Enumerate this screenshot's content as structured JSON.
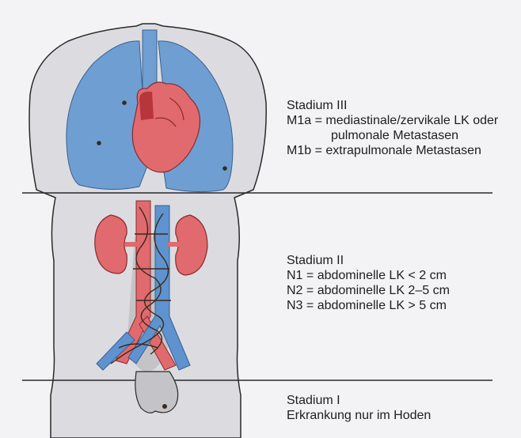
{
  "stages": [
    {
      "title": "Stadium III",
      "lines": [
        "M1a = mediastinale/zervikale LK oder",
        "pulmonale Metastasen",
        "M1b = extrapulmonale Metastasen"
      ]
    },
    {
      "title": "Stadium II",
      "lines": [
        "N1 = abdominelle LK < 2 cm",
        "N2 = abdominelle LK 2–5 cm",
        "N3 = abdominelle LK > 5 cm"
      ]
    },
    {
      "title": "Stadium I",
      "lines": [
        "Erkrankung nur im Hoden"
      ]
    }
  ],
  "colors": {
    "background": "#f3f3f5",
    "body": "#dcdce0",
    "outline": "#2a2a2a",
    "lung": "#6f9fd2",
    "organ_red": "#e06a6e",
    "dark_red": "#b8353b",
    "vein_blue": "#5e93cf",
    "lymph": "#3a2a1e"
  }
}
